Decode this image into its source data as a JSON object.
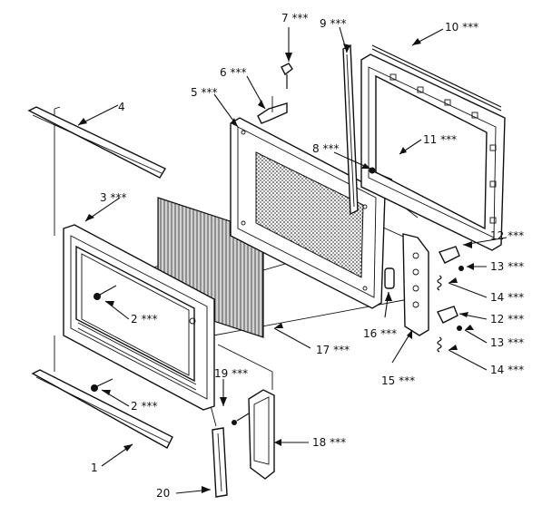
{
  "diagram": {
    "labels": {
      "p1": "1",
      "p2a": "2 ***",
      "p2b": "2 ***",
      "p3": "3 ***",
      "p4": "4",
      "p5": "5 ***",
      "p6": "6 ***",
      "p7": "7 ***",
      "p8": "8 ***",
      "p9": "9 ***",
      "p10": "10 ***",
      "p11": "11 ***",
      "p12a": "12 ***",
      "p12b": "12 ***",
      "p13a": "13 ***",
      "p13b": "13 ***",
      "p14a": "14 ***",
      "p14b": "14 ***",
      "p15": "15 ***",
      "p16": "16 ***",
      "p17": "17 ***",
      "p18": "18 ***",
      "p19": "19 ***",
      "p20": "20"
    }
  }
}
